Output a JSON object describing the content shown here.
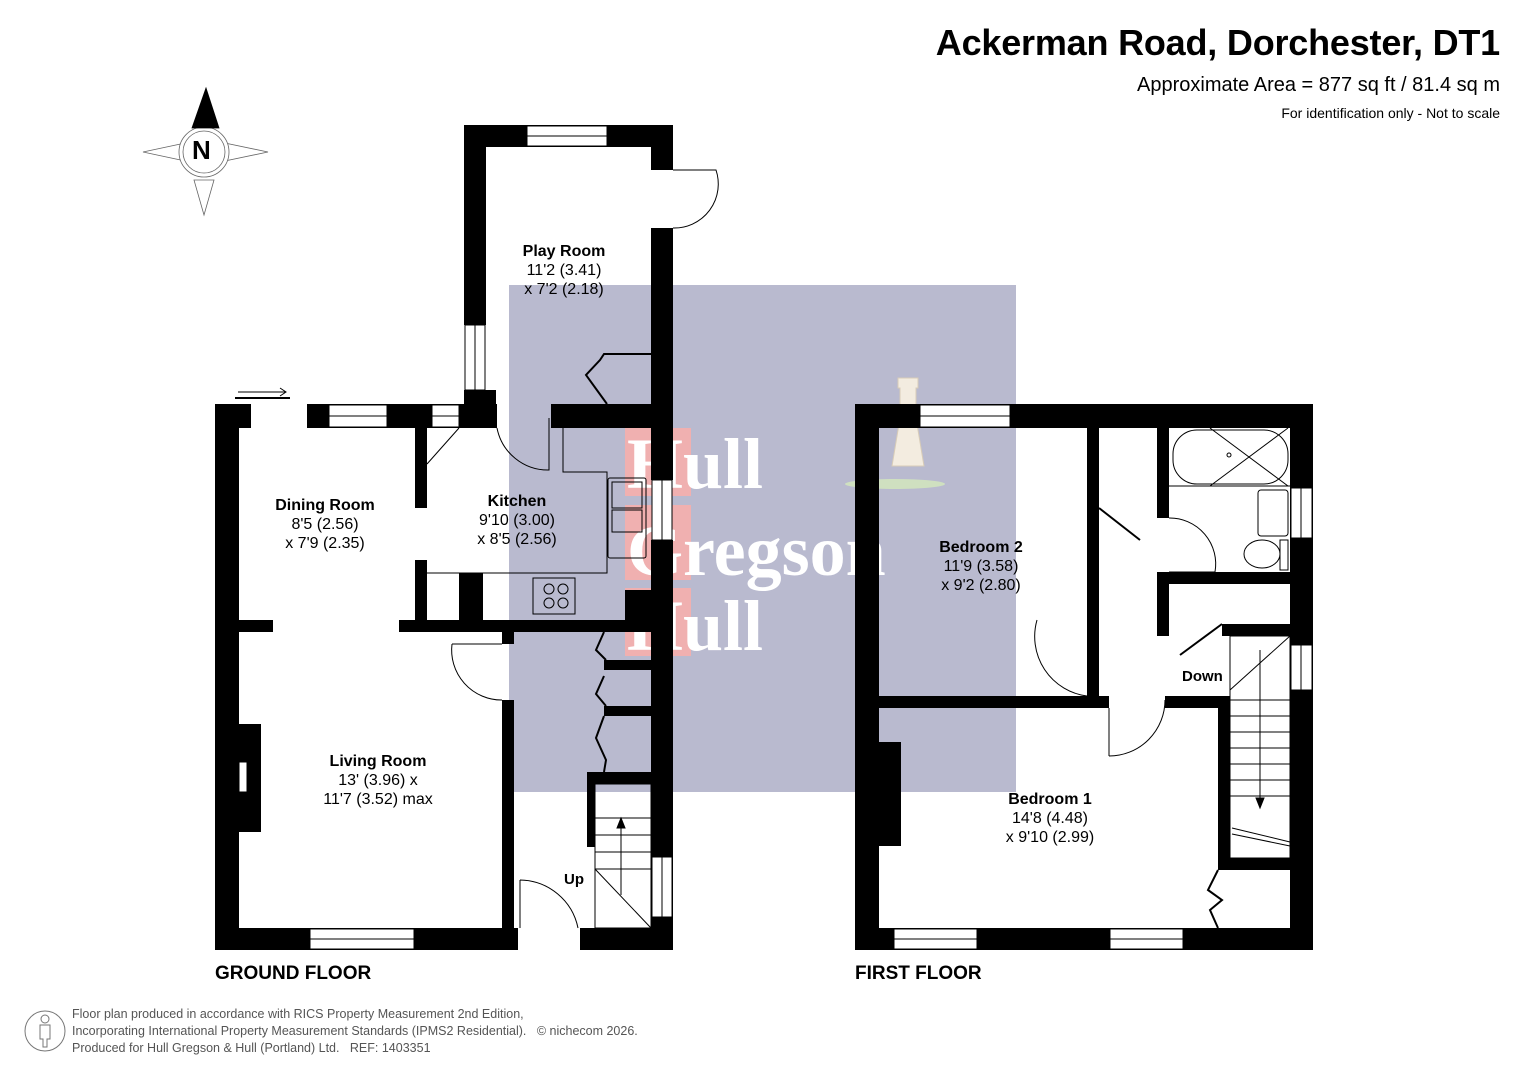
{
  "header": {
    "title": "Ackerman Road, Dorchester, DT1",
    "area": "Approximate Area = 877 sq ft / 81.4 sq m",
    "disclaimer": "For identification only - Not to scale"
  },
  "compass": {
    "label": "N",
    "icon": "north-compass-icon"
  },
  "watermark": {
    "lines": [
      "Hull",
      "Gregson",
      "Hull"
    ],
    "bg_color": "#b9bacf",
    "accent_color": "#f0a3a3",
    "icon": "lighthouse-tower-icon"
  },
  "ground_floor": {
    "label": "GROUND FLOOR",
    "rooms": [
      {
        "name": "Play Room",
        "dim1": "11'2 (3.41)",
        "dim2": "x 7'2 (2.18)"
      },
      {
        "name": "Dining Room",
        "dim1": "8'5 (2.56)",
        "dim2": "x 7'9 (2.35)"
      },
      {
        "name": "Kitchen",
        "dim1": "9'10 (3.00)",
        "dim2": "x 8'5 (2.56)"
      },
      {
        "name": "Living Room",
        "dim1": "13' (3.96) x",
        "dim2": "11'7 (3.52) max"
      }
    ],
    "stairs_label": "Up"
  },
  "first_floor": {
    "label": "FIRST FLOOR",
    "rooms": [
      {
        "name": "Bedroom 2",
        "dim1": "11'9 (3.58)",
        "dim2": "x 9'2 (2.80)"
      },
      {
        "name": "Bedroom 1",
        "dim1": "14'8 (4.48)",
        "dim2": "x 9'10 (2.99)"
      }
    ],
    "stairs_label": "Down"
  },
  "footer": {
    "line1": "Floor plan produced in accordance with RICS Property Measurement 2nd Edition,",
    "line2": "Incorporating International Property Measurement Standards (IPMS2 Residential).",
    "copyright": "© nichecom 2026.",
    "line3": "Produced for Hull Gregson & Hull (Portland) Ltd.   REF: 1403351",
    "icon": "person-info-icon"
  }
}
